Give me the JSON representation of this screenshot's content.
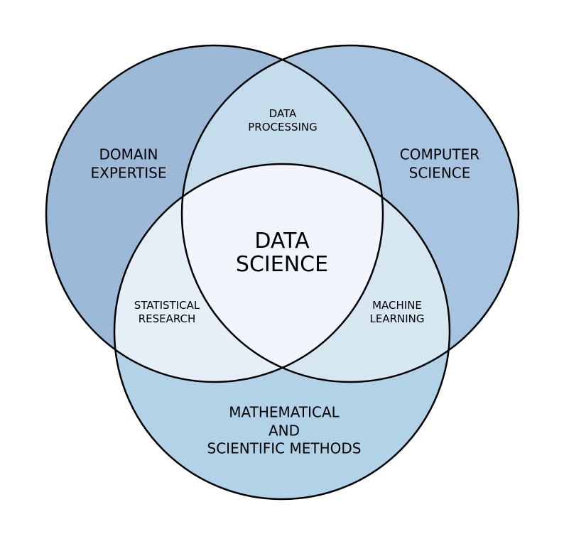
{
  "diagram": {
    "type": "venn",
    "sets": [
      {
        "id": "domain",
        "label": "DOMAIN\nEXPERTISE",
        "color": "#9cb9d8"
      },
      {
        "id": "cs",
        "label": "COMPUTER\nSCIENCE",
        "color": "#a7c5e1"
      },
      {
        "id": "math",
        "label": "MATHEMATICAL\nAND\nSCIENTIFIC METHODS",
        "color": "#b2d2e8"
      }
    ],
    "intersections": [
      {
        "sets": [
          "domain",
          "cs"
        ],
        "label": "DATA\nPROCESSING",
        "color": "#c4dceb"
      },
      {
        "sets": [
          "domain",
          "math"
        ],
        "label": "STATISTICAL\nRESEARCH",
        "color": "#e6eff7"
      },
      {
        "sets": [
          "cs",
          "math"
        ],
        "label": "MACHINE\nLEARNING",
        "color": "#d6e7f2"
      },
      {
        "sets": [
          "domain",
          "cs",
          "math"
        ],
        "label": "DATA\nSCIENCE",
        "color": "#f0f6fb"
      }
    ]
  }
}
